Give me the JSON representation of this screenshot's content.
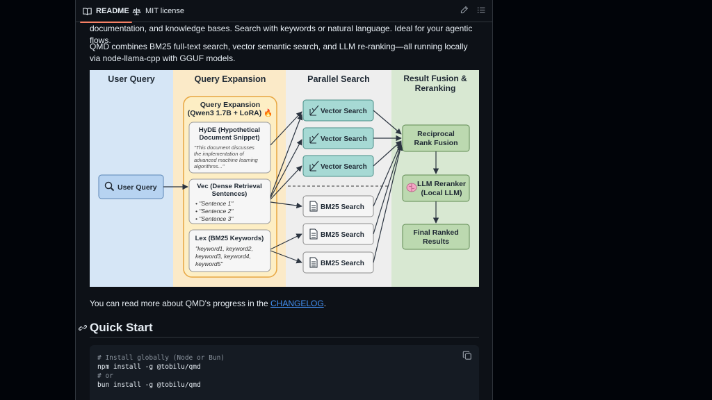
{
  "tabs": {
    "readme_label": "README",
    "license_label": "MIT license"
  },
  "readme": {
    "para1": "documentation, and knowledge bases. Search with keywords or natural language. Ideal for your agentic flows.",
    "para2": "QMD combines BM25 full-text search, vector semantic search, and LLM re-ranking—all running locally via node-llama-cpp with GGUF models.",
    "para3_before": "You can read more about QMD's progress in the ",
    "para3_link": "CHANGELOG",
    "para3_after": ".",
    "quick_start_title": "Quick Start",
    "code_lines": [
      {
        "text": "# Install globally (Node or Bun)",
        "comment": true
      },
      {
        "text": "npm install -g @tobilu/qmd",
        "comment": false
      },
      {
        "text": "# or",
        "comment": true
      },
      {
        "text": "bun install -g @tobilu/qmd",
        "comment": false
      }
    ]
  },
  "diagram": {
    "col_user_query": "User Query",
    "col_query_expansion": "Query Expansion",
    "col_parallel_search": "Parallel Search",
    "col_result_fusion_1": "Result Fusion &",
    "col_result_fusion_2": "Reranking",
    "user_query_box": "User Query",
    "qe_box_1": "Query Expansion",
    "qe_box_2": "(Qwen3 1.7B + LoRA) 🔥",
    "hyde_title_1": "HyDE (Hypothetical",
    "hyde_title_2": "Document Snippet)",
    "hyde_body_1": "\"This document discusses",
    "hyde_body_2": "the implementation of",
    "hyde_body_3": "advanced machine learning",
    "hyde_body_4": "algorithms...\"",
    "vec_title_1": "Vec (Dense Retrieval",
    "vec_title_2": "Sentences)",
    "vec_item_1": "• \"Sentence 1\"",
    "vec_item_2": "• \"Sentence 2\"",
    "vec_item_3": "• \"Sentence 3\"",
    "lex_title": "Lex (BM25 Keywords)",
    "lex_body_1": "\"keyword1, keyword2,",
    "lex_body_2": "keyword3, keyword4,",
    "lex_body_3": "keyword5\"",
    "vector_search": "Vector Search",
    "bm25_search": "BM25 Search",
    "rrf_1": "Reciprocal",
    "rrf_2": "Rank Fusion",
    "reranker_1": "LLM Reranker",
    "reranker_2": "(Local LLM)",
    "final_1": "Final Ranked",
    "final_2": "Results"
  },
  "colors": {
    "col1_bg": "#d6e6f6",
    "col2_bg": "#fbeac8",
    "col3_bg": "#eeeeee",
    "col4_bg": "#d8e8d2",
    "blue_box": "#b7d3f1",
    "teal_box": "#a6d9d4",
    "green_box": "#bcd9b0",
    "orange_border": "#e8a640"
  }
}
